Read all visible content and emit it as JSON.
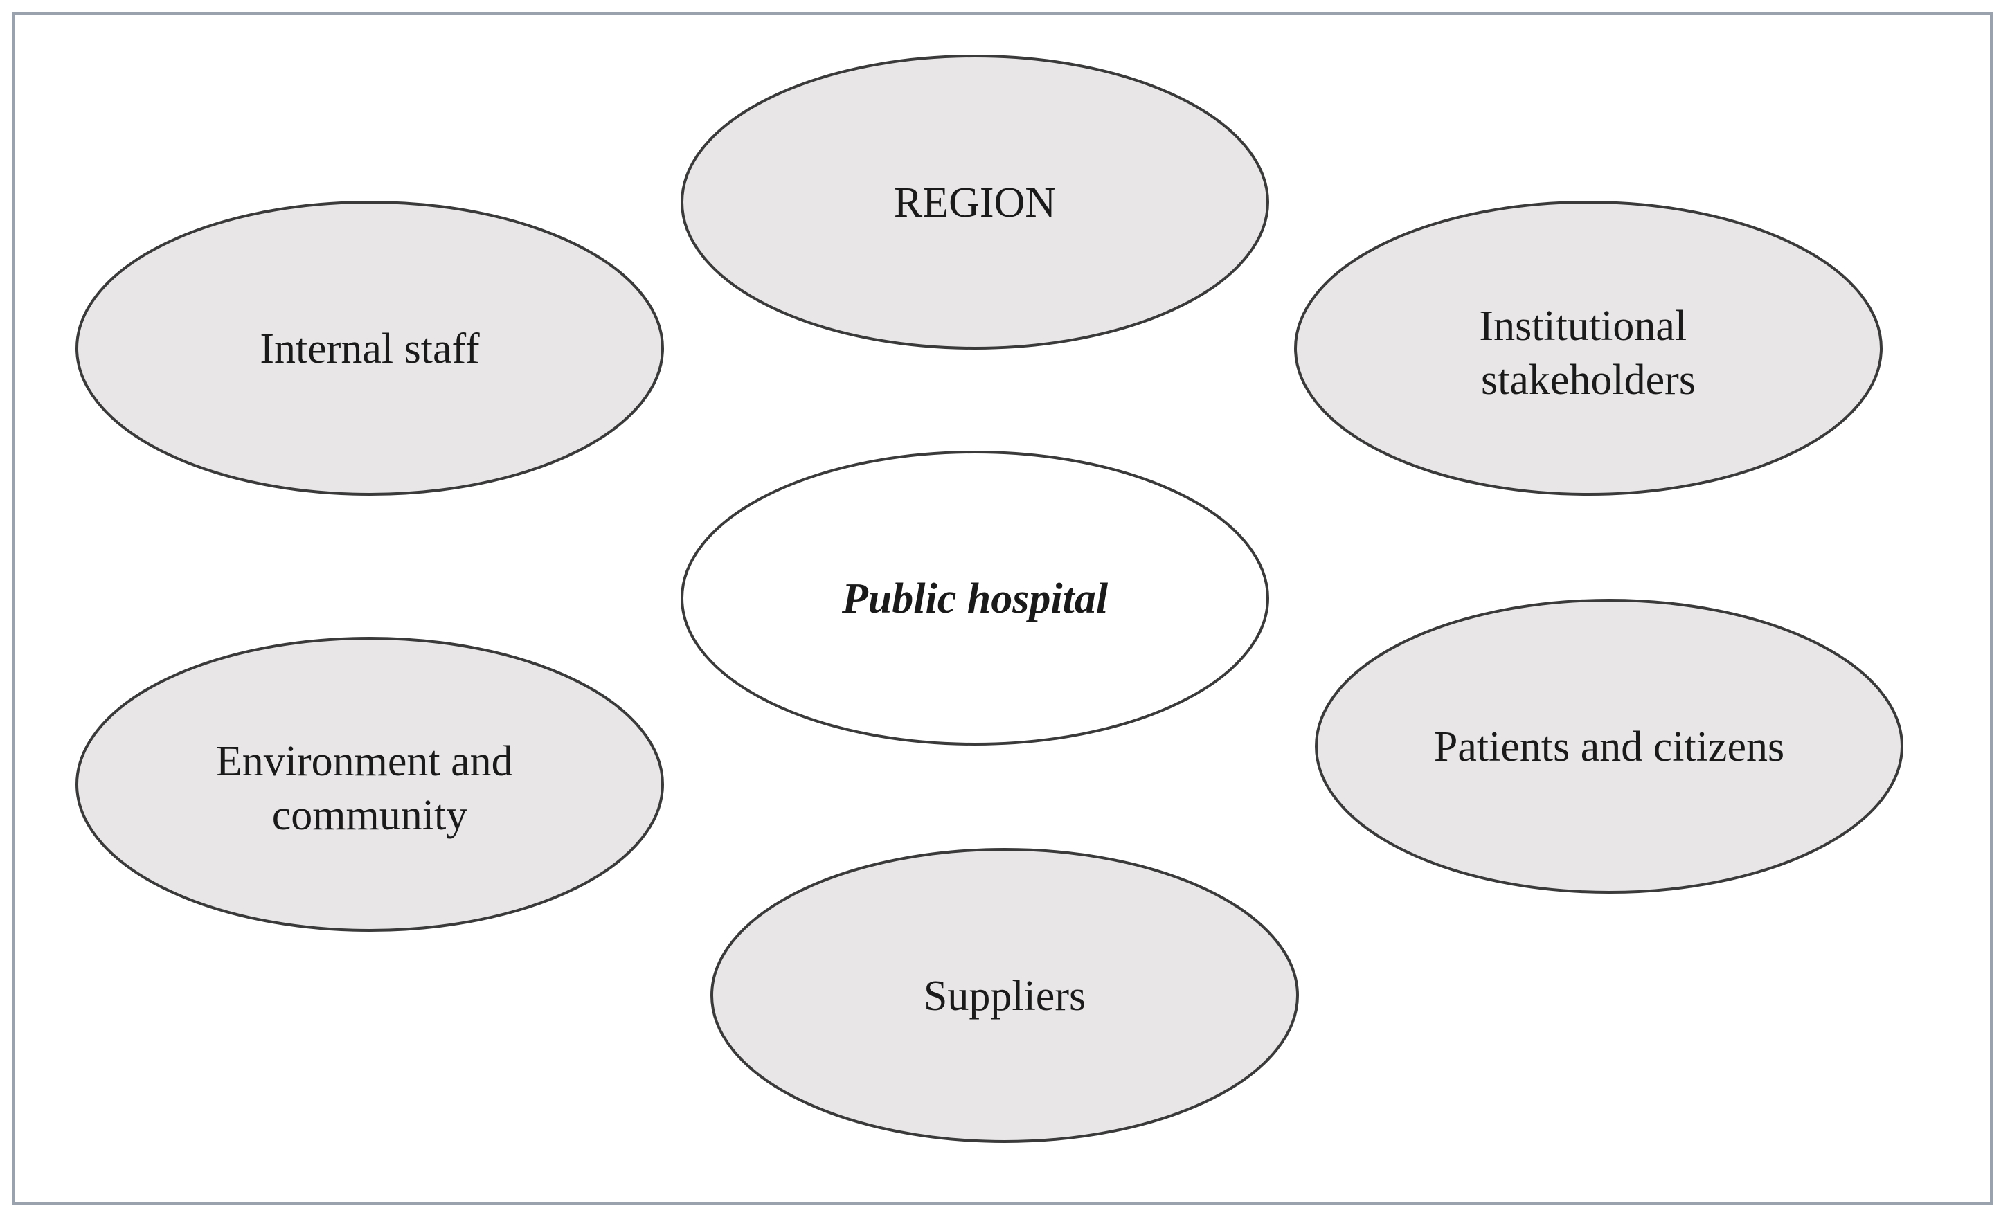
{
  "diagram": {
    "center": {
      "lines": [
        "Public hospital"
      ],
      "fill": "#ffffff"
    },
    "stakeholder_fill": "#e8e6e6",
    "stakeholders": [
      {
        "id": "region",
        "lines": [
          "REGION"
        ]
      },
      {
        "id": "internal-staff",
        "lines": [
          "Internal staff"
        ]
      },
      {
        "id": "institutional-stakeholders",
        "lines": [
          "Institutional",
          "stakeholders"
        ]
      },
      {
        "id": "environment-community",
        "lines": [
          "Environment and",
          "community"
        ]
      },
      {
        "id": "patients-citizens",
        "lines": [
          "Patients and citizens"
        ]
      },
      {
        "id": "suppliers",
        "lines": [
          "Suppliers"
        ]
      }
    ]
  }
}
